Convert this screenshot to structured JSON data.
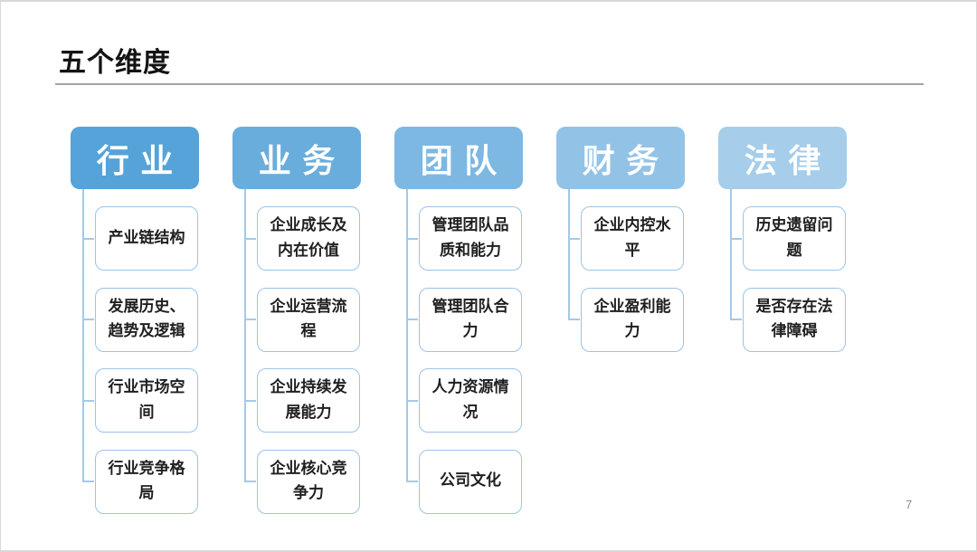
{
  "slide": {
    "title": "五个维度",
    "page_number": "7"
  },
  "colors": {
    "connector": "#a5c9e8",
    "child_border": "#9dc3e6",
    "header_text": "#ffffff",
    "body_text": "#1f1f1f",
    "title_rule": "#a3a3a3"
  },
  "columns": [
    {
      "header": "行业",
      "color": "#55a3d9",
      "items": [
        "产业链结构",
        "发展历史、趋势及逻辑",
        "行业市场空间",
        "行业竞争格局"
      ]
    },
    {
      "header": "业务",
      "color": "#69addd",
      "items": [
        "企业成长及内在价值",
        "企业运营流程",
        "企业持续发展能力",
        "企业核心竞争力"
      ]
    },
    {
      "header": "团队",
      "color": "#7db8e3",
      "items": [
        "管理团队品质和能力",
        "管理团队合力",
        "人力资源情况",
        "公司文化"
      ]
    },
    {
      "header": "财务",
      "color": "#92c3e6",
      "items": [
        "企业内控水平",
        "企业盈利能力"
      ]
    },
    {
      "header": "法律",
      "color": "#a6cdea",
      "items": [
        "历史遗留问题",
        "是否存在法律障碍"
      ]
    }
  ]
}
